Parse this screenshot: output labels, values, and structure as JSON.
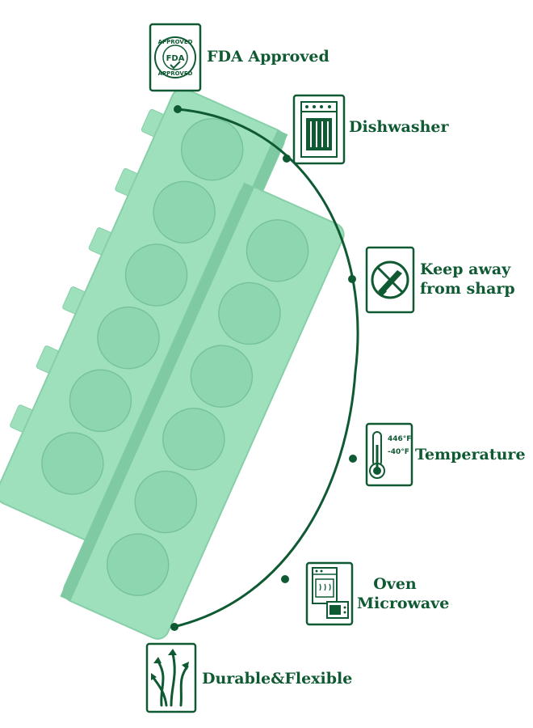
{
  "colors": {
    "brand_green": "#0f5a32",
    "mold_green": "#9fe0bc",
    "mold_shadow": "#7fcaa2",
    "background": "#ffffff"
  },
  "features": [
    {
      "icon": "fda-approved-seal-icon",
      "label": "FDA Approved",
      "seal_top": "APPROVED",
      "seal_mid": "FDA",
      "seal_bottom": "APPROVED"
    },
    {
      "icon": "dishwasher-icon",
      "label": "Dishwasher"
    },
    {
      "icon": "no-knife-icon",
      "label_line1": "Keep away",
      "label_line2": "from sharp"
    },
    {
      "icon": "thermometer-icon",
      "label": "Temperature",
      "temp_high": "446°F",
      "temp_low": "-40°F"
    },
    {
      "icon": "oven-microwave-icon",
      "label_line1": "Oven",
      "label_line2": "Microwave"
    },
    {
      "icon": "durable-flexible-arrows-icon",
      "label": "Durable&Flexible"
    }
  ]
}
